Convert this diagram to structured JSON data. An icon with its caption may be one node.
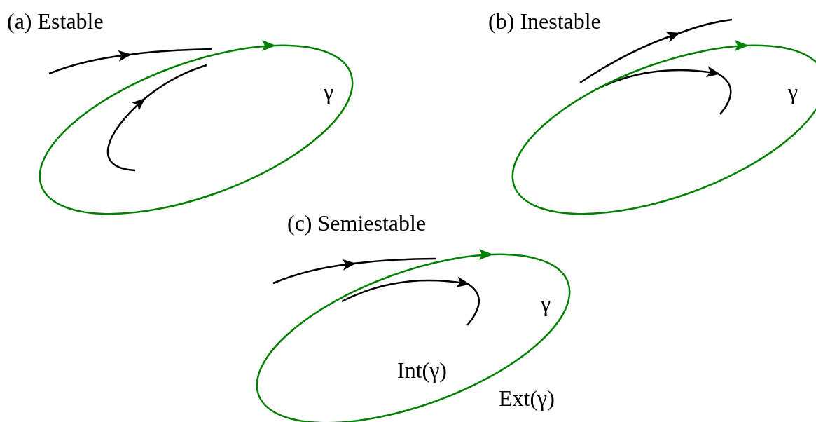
{
  "diagram": {
    "nodes": [
      {
        "text": [
          "γ"
        ]
      },
      {
        "text": [
          "γ"
        ]
      },
      {
        "text": [
          "γ",
          "Int(γ)"
        ],
        "beside": [
          "Ext(γ)"
        ]
      }
    ],
    "labels": [
      "(a) Estable",
      "(b) Inestable",
      "(c) Semiestable"
    ]
  }
}
